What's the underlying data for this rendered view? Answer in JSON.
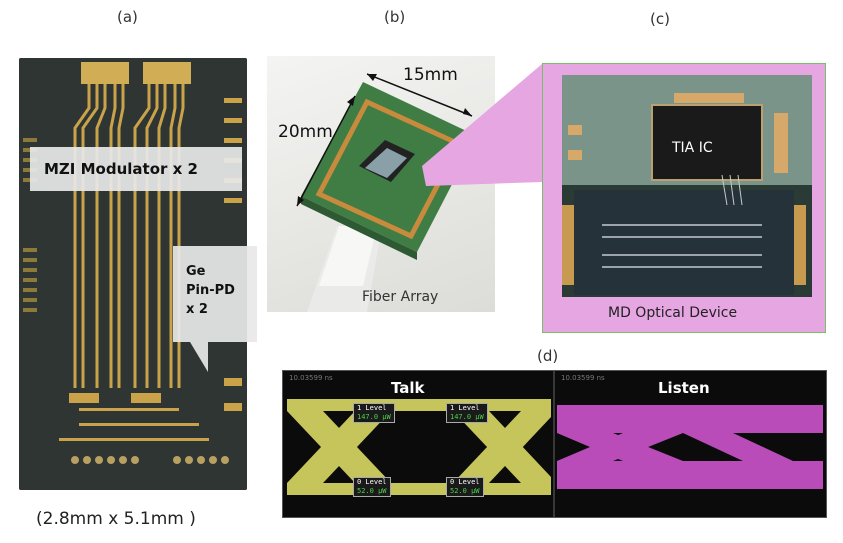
{
  "panels": {
    "a": "(a)",
    "b": "(b)",
    "c": "(c)",
    "d": "(d)"
  },
  "chip": {
    "mzi_label": "MZI Modulator x 2",
    "pd_label_line1": "Ge",
    "pd_label_line2": "Pin-PD",
    "pd_label_line3": "x 2",
    "dimensions": "(2.8mm x 5.1mm )"
  },
  "package": {
    "width_label": "15mm",
    "height_label": "20mm",
    "fiber_caption": "Fiber Array"
  },
  "device": {
    "tia_label": "TIA IC",
    "caption": "MD Optical Device"
  },
  "eye": {
    "talk_title": "Talk",
    "listen_title": "Listen",
    "timestamp_left": "10.03599 ns",
    "timestamp_right": "10.03599 ns",
    "levels": [
      {
        "name": "1 Level",
        "value": "147.0 μW"
      },
      {
        "name": "1 Level",
        "value": "147.0 μW"
      },
      {
        "name": "0 Level",
        "value": "52.0 μW"
      },
      {
        "name": "0 Level",
        "value": "52.0 μW"
      }
    ]
  },
  "colors": {
    "talk_eye": "#e6e66a",
    "listen_eye": "#d858d8",
    "zoom_frame": "#e6a6e2",
    "zoom_border": "#77c068"
  }
}
